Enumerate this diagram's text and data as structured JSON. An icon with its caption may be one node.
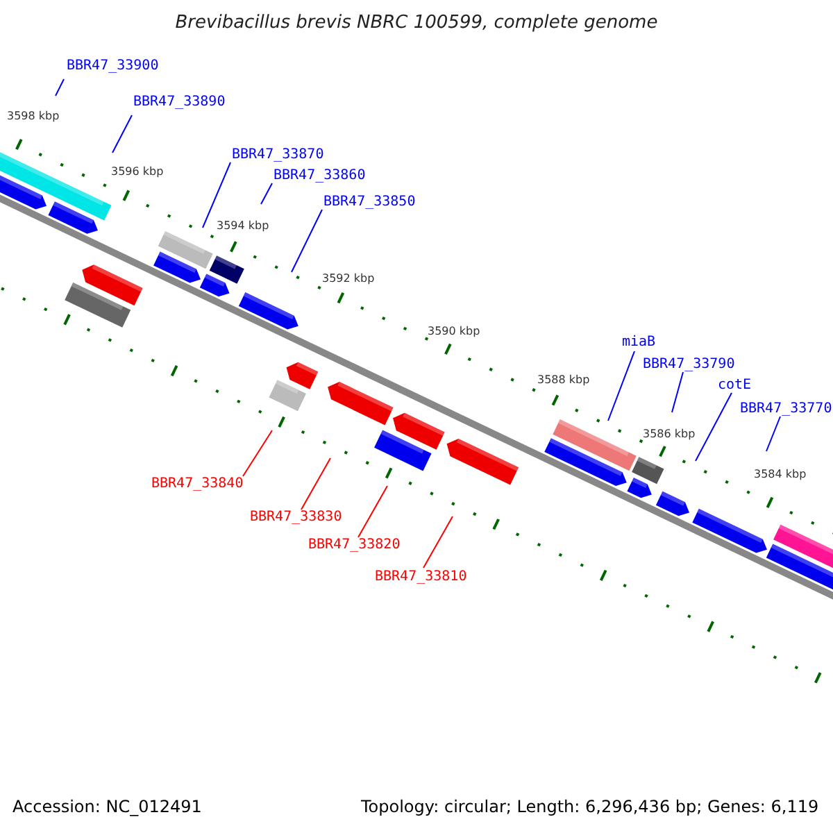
{
  "diagram": {
    "title": "Brevibacillus brevis NBRC 100599, complete genome",
    "nodes": [
      {
        "text": [
          "BBR47_33900"
        ]
      },
      {
        "text": [
          "BBR47_33890"
        ]
      },
      {
        "text": [
          "BBR47_33870"
        ]
      },
      {
        "text": [
          "BBR47_33860"
        ]
      },
      {
        "text": [
          "BBR47_33850"
        ]
      },
      {
        "text": [
          "miaB"
        ]
      },
      {
        "text": [
          "BBR47_33790"
        ]
      },
      {
        "text": [
          "cotE"
        ]
      },
      {
        "text": [
          "BBR47_33770"
        ]
      },
      {
        "text": [
          "BBR47_33840"
        ]
      },
      {
        "text": [
          "BBR47_33830"
        ]
      },
      {
        "text": [
          "BBR47_33820"
        ]
      },
      {
        "text": [
          "BBR47_33810"
        ]
      }
    ],
    "edges": [
      {
        "from": 0,
        "to": null,
        "arrow": "none"
      },
      {
        "from": 1,
        "to": null,
        "arrow": "none"
      },
      {
        "from": 2,
        "to": null,
        "arrow": "none"
      },
      {
        "from": 3,
        "to": null,
        "arrow": "none"
      },
      {
        "from": 4,
        "to": null,
        "arrow": "none"
      },
      {
        "from": 5,
        "to": null,
        "arrow": "none"
      },
      {
        "from": 6,
        "to": null,
        "arrow": "none"
      },
      {
        "from": 7,
        "to": null,
        "arrow": "none"
      },
      {
        "from": 8,
        "to": null,
        "arrow": "none"
      },
      {
        "from": 9,
        "to": null,
        "arrow": "none",
        "color": "#ff0000"
      },
      {
        "from": 10,
        "to": null,
        "arrow": "none",
        "color": "#ff0000"
      },
      {
        "from": 11,
        "to": null,
        "arrow": "none",
        "color": "#ff0000"
      },
      {
        "from": 12,
        "to": null,
        "arrow": "none",
        "color": "#ff0000"
      }
    ],
    "labels": [
      "3598 kbp",
      "3596 kbp",
      "3594 kbp",
      "3592 kbp",
      "3590 kbp",
      "3588 kbp",
      "3586 kbp",
      "3584 kbp",
      "Accession: NC_012491",
      "Topology: circular; Length: 6,296,436 bp; Genes: 6,119"
    ]
  }
}
